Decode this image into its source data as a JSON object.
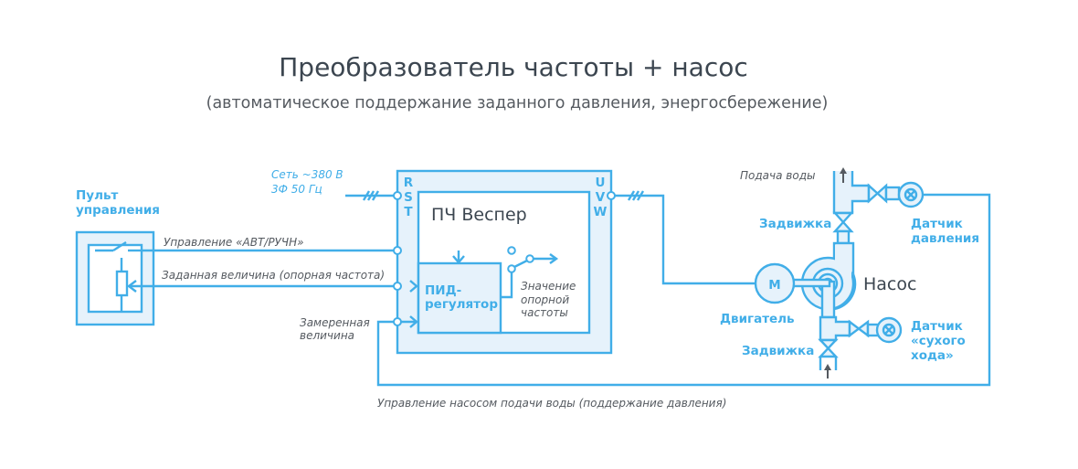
{
  "title": "Преобразователь частоты + насос",
  "subtitle": "(автоматическое поддержание заданного давления, энергосбережение)",
  "colors": {
    "accent": "#41aee8",
    "fill": "#e6f2fb",
    "text": "#3c4650",
    "note": "#555a60"
  },
  "console": {
    "label_line1": "Пульт",
    "label_line2": "управления"
  },
  "mains": {
    "line1": "Сеть ~380 В",
    "line2": "3Ф 50 Гц"
  },
  "vfd": {
    "title": "ПЧ Веспер",
    "inputs": [
      "R",
      "S",
      "T"
    ],
    "outputs": [
      "U",
      "V",
      "W"
    ],
    "pid_line1": "ПИД-",
    "pid_line2": "регулятор",
    "ref_line1": "Значение",
    "ref_line2": "опорной",
    "ref_line3": "частоты"
  },
  "signals": {
    "auto_manual": "Управление «АВТ/РУЧН»",
    "setpoint": "Заданная величина (опорная частота)",
    "measured_line1": "Замеренная",
    "measured_line2": "величина",
    "feedback": "Управление насосом подачи воды (поддержание давления)"
  },
  "pump": {
    "water_supply": "Подача воды",
    "valve_top": "Задвижка",
    "valve_bottom": "Задвижка",
    "pressure_sensor_line1": "Датчик",
    "pressure_sensor_line2": "давления",
    "pump_label": "Насос",
    "motor_letter": "M",
    "motor_label": "Двигатель",
    "dry_sensor_line1": "Датчик",
    "dry_sensor_line2": "«сухого",
    "dry_sensor_line3": "хода»"
  }
}
